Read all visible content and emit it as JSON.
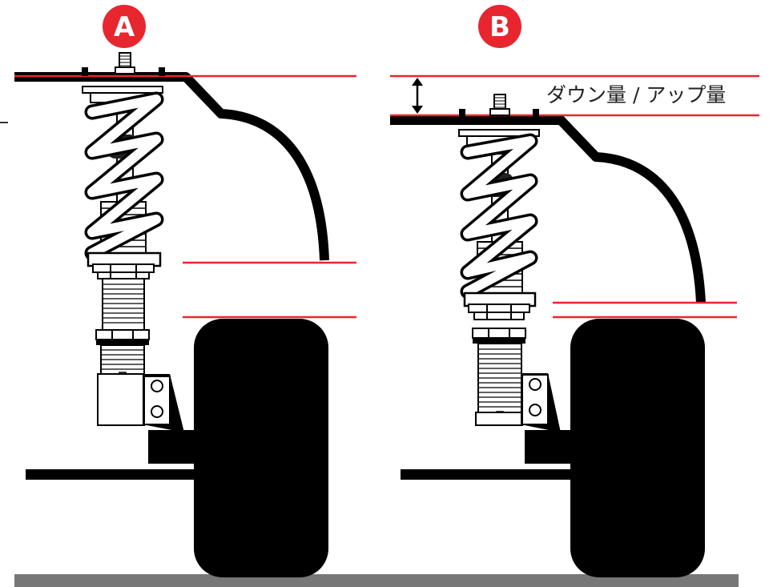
{
  "colors": {
    "accent_red": "#e8262f",
    "ink": "#000000",
    "spring_fill": "#ffffff",
    "ground": "#777777"
  },
  "labels": {
    "variant_a": "A",
    "variant_b": "B",
    "height_change": "ダウン量 / アップ量"
  },
  "icons": {
    "height_arrow": "double-headed-vertical-arrow"
  }
}
